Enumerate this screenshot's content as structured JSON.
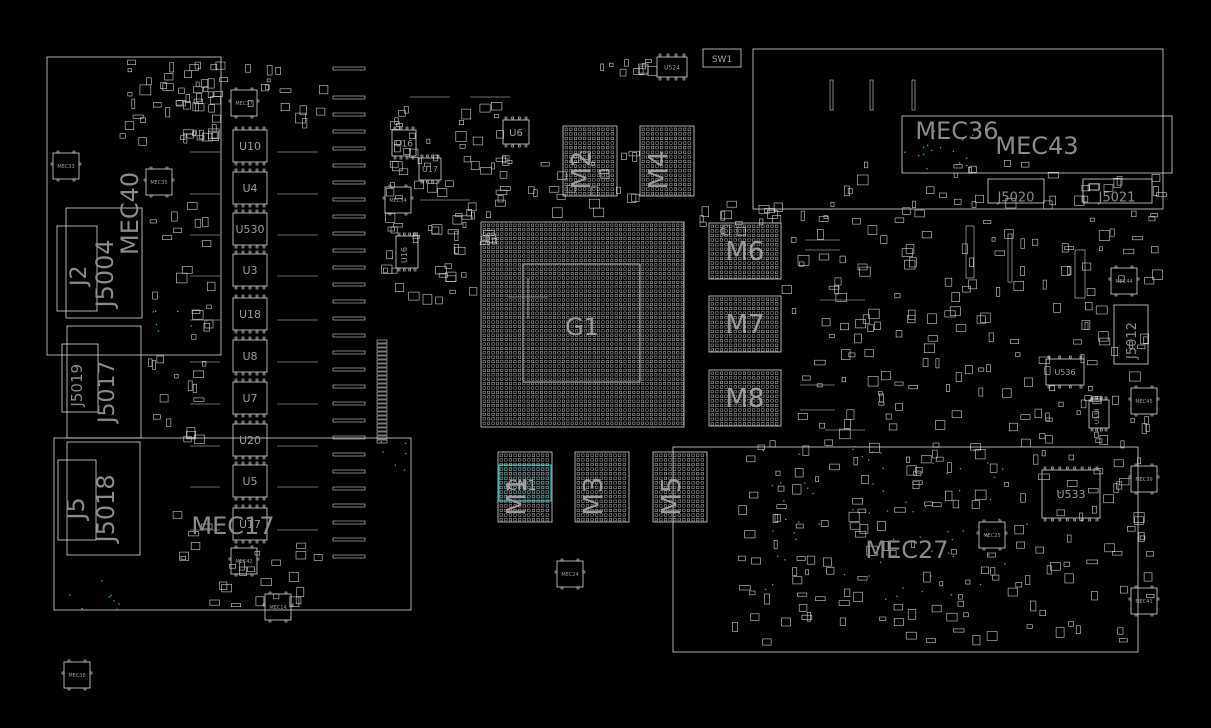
{
  "board": {
    "background": "#000000",
    "outline_color": "#d8d8d8",
    "label_color": "#8a8a8a",
    "highlight_color": "#1fb3b3",
    "dot_color": "#2fb6b6",
    "components": {
      "gpu": "G1",
      "memory": [
        "M1",
        "M2",
        "M3",
        "M4",
        "M5",
        "M6",
        "M7",
        "M8"
      ],
      "left_chips": [
        "U10",
        "U4",
        "U530",
        "U3",
        "U18",
        "U8",
        "U7",
        "U20",
        "U5",
        "U17"
      ],
      "top_chips": [
        "U6",
        "U16",
        "U14",
        "U524",
        "U16"
      ],
      "right_chips": [
        "U536",
        "U533",
        "U534"
      ],
      "switch": "SW1",
      "connector_cn": "CN1",
      "connectors": [
        "J2",
        "J5004",
        "J5019",
        "J5017",
        "J5",
        "J5018",
        "J5020",
        "J5021",
        "J5012"
      ],
      "shields": [
        "MEC40",
        "MEC17",
        "MEC36",
        "MEC43",
        "MEC27"
      ],
      "small_marks": [
        "MEC37",
        "MEC33",
        "MEC34",
        "MEC42",
        "MEC14",
        "MEC24",
        "MEC44",
        "MEC45",
        "MEC39",
        "MEC41",
        "MEC38",
        "MEC35",
        "MEC25"
      ]
    }
  }
}
